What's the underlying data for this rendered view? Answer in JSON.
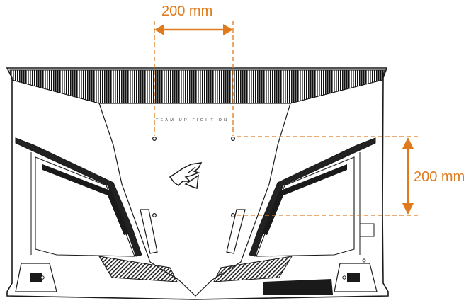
{
  "diagram": {
    "horizontal_dimension_label": "200 mm",
    "vertical_dimension_label": "200 mm",
    "rear_panel_slogan": "TEAM UP FIGHT ON",
    "logo": "aorus-eagle-logo",
    "accent_color": "#e07a1a",
    "line_color": "#1a1a1a"
  }
}
